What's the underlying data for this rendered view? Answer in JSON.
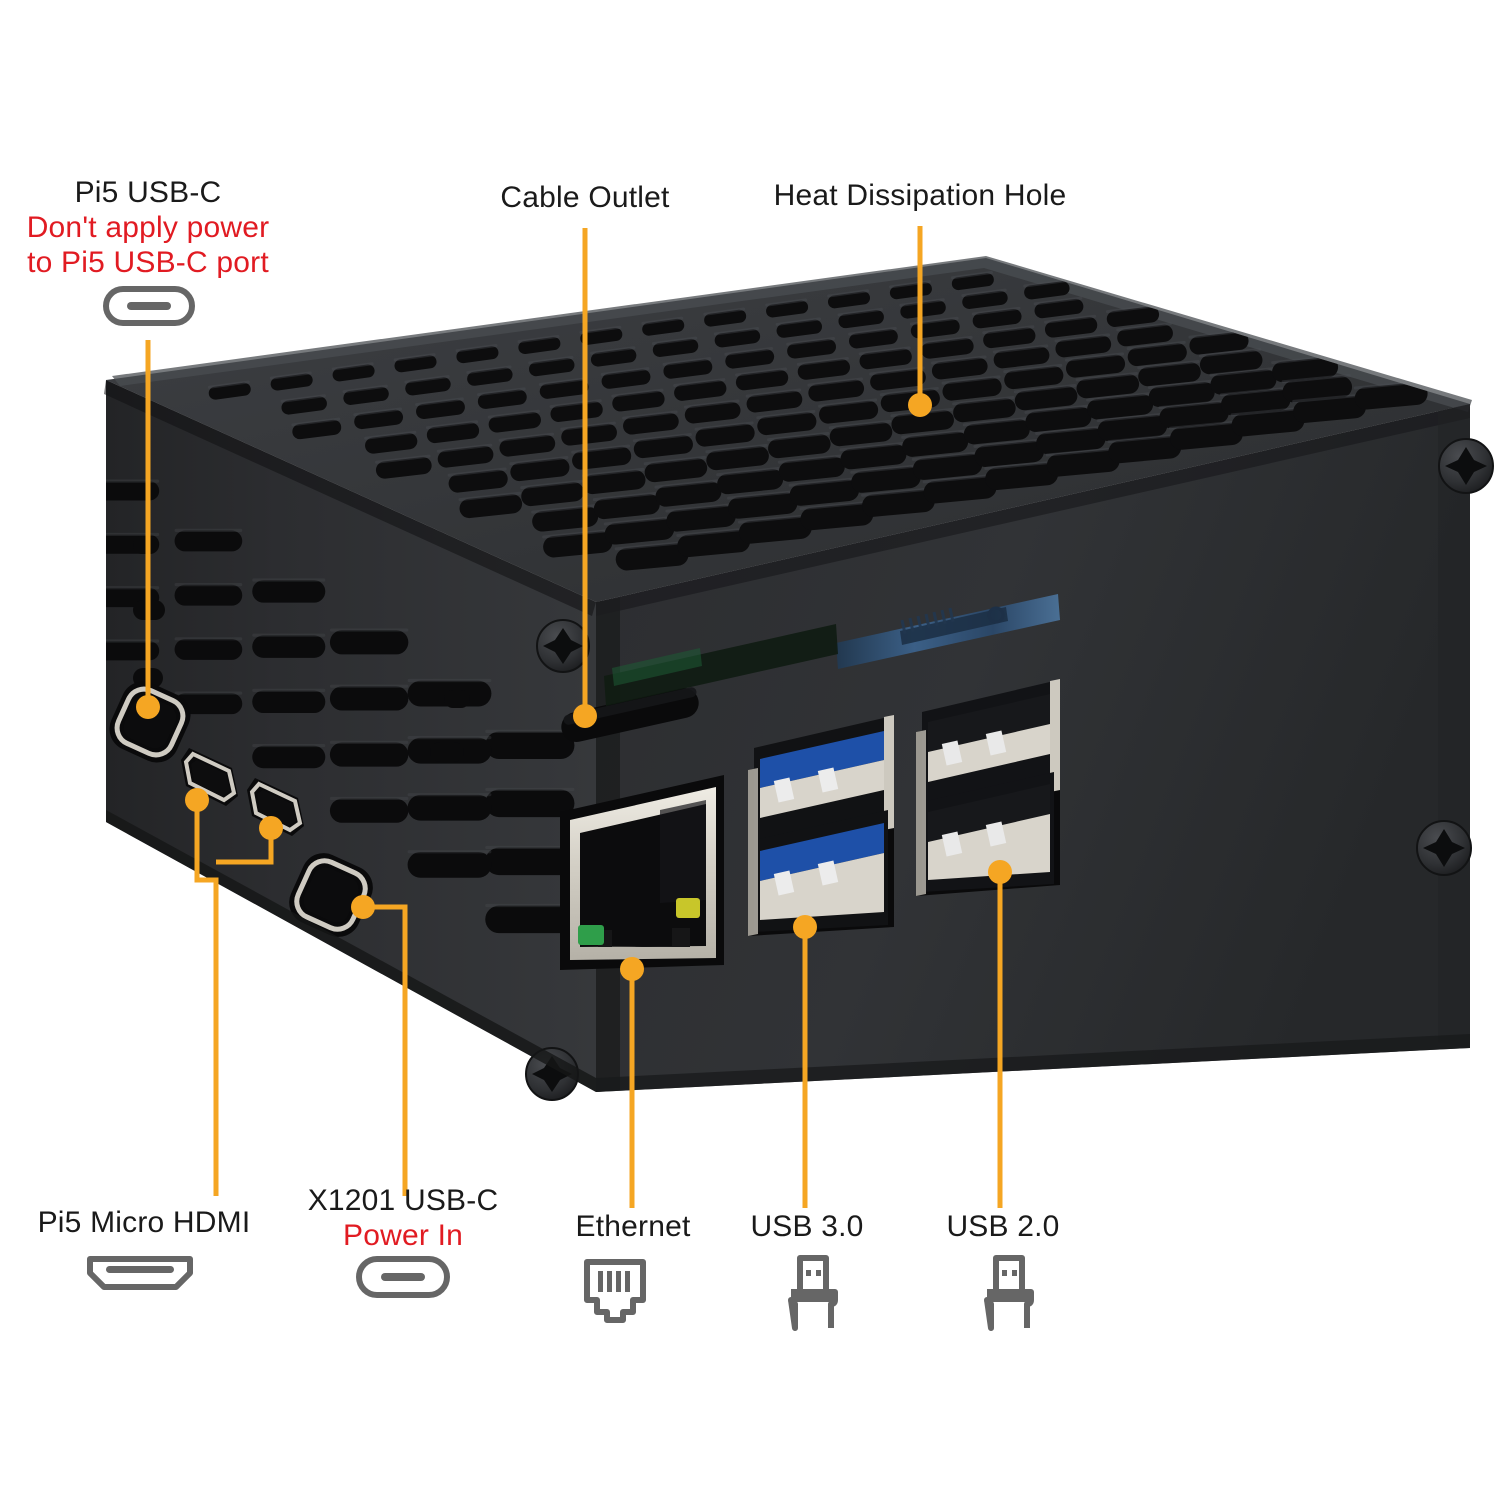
{
  "diagram": {
    "title": "Raspberry Pi 5 metal case with UPS board — port identification diagram",
    "accent_color": "#F5A623",
    "warning_color": "#E11B22",
    "text_color": "#1A1A1A",
    "background": "#FFFFFF",
    "case_body_color": "#2E2F31",
    "case_top_color": "#36383B",
    "case_front_color": "#2A2B2D",
    "vent_hole_color": "#0D0D0E",
    "usb3_blue": "#1E50A8",
    "connector_silver": "#D8D4CB",
    "pcb_blue": "#2E4C72",
    "pcb_green": "#1E5B35"
  },
  "callouts": [
    {
      "id": "pi5-usb-c",
      "lines": [
        {
          "text": "Pi5 USB-C",
          "warning": false
        },
        {
          "text": "Don't apply power",
          "warning": true
        },
        {
          "text": "to Pi5 USB-C port",
          "warning": true
        }
      ],
      "icon": "usb-c-icon",
      "icon_position": "below"
    },
    {
      "id": "cable-outlet",
      "lines": [
        {
          "text": "Cable Outlet",
          "warning": false
        }
      ],
      "icon": null,
      "icon_position": null
    },
    {
      "id": "heat-dissipation-hole",
      "lines": [
        {
          "text": "Heat Dissipation Hole",
          "warning": false
        }
      ],
      "icon": null,
      "icon_position": null
    },
    {
      "id": "pi5-micro-hdmi",
      "lines": [
        {
          "text": "Pi5 Micro HDMI",
          "warning": false
        }
      ],
      "icon": "hdmi-icon",
      "icon_position": "below"
    },
    {
      "id": "x1201-usb-c",
      "lines": [
        {
          "text": "X1201 USB-C",
          "warning": false
        },
        {
          "text": "Power In",
          "warning": true
        }
      ],
      "icon": "usb-c-icon",
      "icon_position": "below"
    },
    {
      "id": "ethernet",
      "lines": [
        {
          "text": "Ethernet",
          "warning": false
        }
      ],
      "icon": "rj45-icon",
      "icon_position": "below"
    },
    {
      "id": "usb-3-0",
      "lines": [
        {
          "text": "USB 3.0",
          "warning": false
        }
      ],
      "icon": "usb-a-icon",
      "icon_position": "below"
    },
    {
      "id": "usb-2-0",
      "lines": [
        {
          "text": "USB 2.0",
          "warning": false
        }
      ],
      "icon": "usb-a-icon",
      "icon_position": "below"
    }
  ],
  "labels": {
    "pi5_usb_c_l1": "Pi5 USB-C",
    "pi5_usb_c_l2": "Don't apply power",
    "pi5_usb_c_l3": "to Pi5 USB-C port",
    "cable_outlet": "Cable Outlet",
    "heat_dissipation_hole": "Heat Dissipation Hole",
    "pi5_micro_hdmi": "Pi5 Micro HDMI",
    "x1201_usb_c_l1": "X1201 USB-C",
    "x1201_usb_c_l2": "Power In",
    "ethernet": "Ethernet",
    "usb_30": "USB 3.0",
    "usb_20": "USB 2.0"
  },
  "device": {
    "name": "Raspberry Pi 5 aluminium case",
    "ports_front": [
      "ethernet-rj45",
      "usb-3.0-stack",
      "usb-2.0-stack"
    ],
    "ports_side": [
      "pi5-usb-c",
      "micro-hdmi-0",
      "micro-hdmi-1",
      "x1201-usb-c"
    ],
    "features": [
      "heat-dissipation-holes",
      "cable-outlet-slot",
      "corner-screws"
    ],
    "screw_count_visible": 4
  }
}
